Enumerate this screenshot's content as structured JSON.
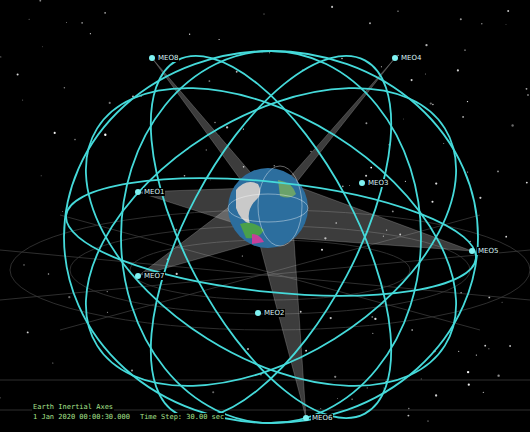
{
  "diagram": {
    "labels": [
      "MEO8",
      "MEO4",
      "MEO3",
      "MEO1",
      "MEO5",
      "MEO7",
      "MEO2",
      "MEO6",
      "Earth Inertial Axes",
      "1 Jan 2020 00:00:30.000",
      "Time Step: 30.00 sec"
    ]
  }
}
